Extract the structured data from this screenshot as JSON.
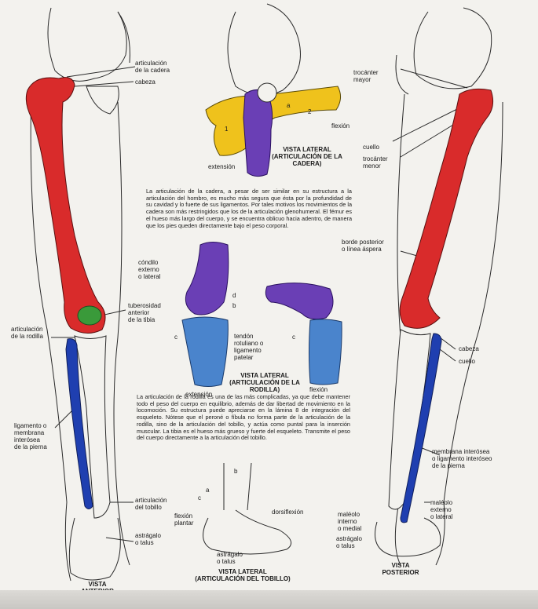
{
  "hip": {
    "articulacion_cadera": "articulación\nde la cadera",
    "cabeza": "cabeza",
    "trocanter_mayor": "trocánter\nmayor",
    "flexion": "flexión",
    "extension": "extensión",
    "cuello": "cuello",
    "trocanter_menor": "trocánter\nmenor",
    "view_title": "VISTA LATERAL\n(ARTICULACIÓN DE LA\nCADERA)",
    "num_1": "1",
    "num_2": "2",
    "letter_a": "a",
    "paragraph": "La articulación de la cadera, a pesar de ser similar en su estructura a la articulación del hombro, es mucho más segura que ésta por la profundidad de su cavidad y lo fuerte de sus ligamentos. Por tales motivos los movimientos de la cadera son más restringidos que los de la articulación glenohumeral. El fémur es el hueso más largo del cuerpo, y se encuentra oblicuo hacia adentro, de manera que los pies queden directamente bajo el peso corporal."
  },
  "knee": {
    "borde_posterior": "borde posterior\no línea áspera",
    "condilo_externo": "cóndilo\nexterno\no lateral",
    "tuberosidad": "tuberosidad\nanterior\nde la tibia",
    "articulacion_rodilla": "articulación\nde la rodilla",
    "tendon": "tendón\nrotuliano o\nligamento\npatelar",
    "view_title": "VISTA LATERAL\n(ARTICULACIÓN DE LA\nRODILLA)",
    "extension": "extensión",
    "flexion": "flexión",
    "cabeza": "cabeza",
    "cuello": "cuello",
    "letter_b": "b",
    "letter_c1": "c",
    "letter_c2": "c",
    "letter_d": "d",
    "paragraph": "La articulación de la rodilla es una de las más complicadas, ya que debe mantener todo el peso del cuerpo en equilibrio, además de dar libertad de movimiento en la locomoción. Su estructura puede apreciarse en la lámina 8 de integración del esqueleto. Nótese que el peroné o fíbula no forma parte de la articulación de la rodilla, sino de la articulación del tobillo, y actúa como puntal para la inserción muscular. La tibia es el hueso más grueso y fuerte del esqueleto. Transmite el peso del cuerpo directamente a la articulación del tobillo."
  },
  "leg": {
    "ligamento_membrana": "ligamento o\nmembrana\ninterósea\nde la pierna",
    "membrana_interosea": "membrana interósea\no ligamento interóseo\nde la pierna",
    "maleolo_externo": "maléolo\nexterno\no lateral",
    "maleolo_interno": "maléolo\ninterno\no medial"
  },
  "ankle": {
    "articulacion_tobillo": "articulación\ndel tobillo",
    "flexion_plantar": "flexión\nplantar",
    "dorsiflexion": "dorsiflexión",
    "astragalo_left": "astrágalo\no talus",
    "astragalo_center": "astrágalo\no talus",
    "astragalo_right": "astrágalo\no talus",
    "view_title": "VISTA LATERAL\n(ARTICULACIÓN DEL TOBILLO)",
    "letter_a": "a",
    "letter_b": "b",
    "letter_c": "c"
  },
  "views": {
    "anterior": "VISTA\nANTERIOR",
    "posterior": "VISTA\nPOSTERIOR"
  },
  "colors": {
    "femur": "#d92b2b",
    "tibia_fibula": "#1f3fb0",
    "patella": "#3a9a3a",
    "pelvis_lateral": "#efc21c",
    "femur_lateral": "#6a3fb5",
    "tibia_lateral": "#4a84cc"
  }
}
